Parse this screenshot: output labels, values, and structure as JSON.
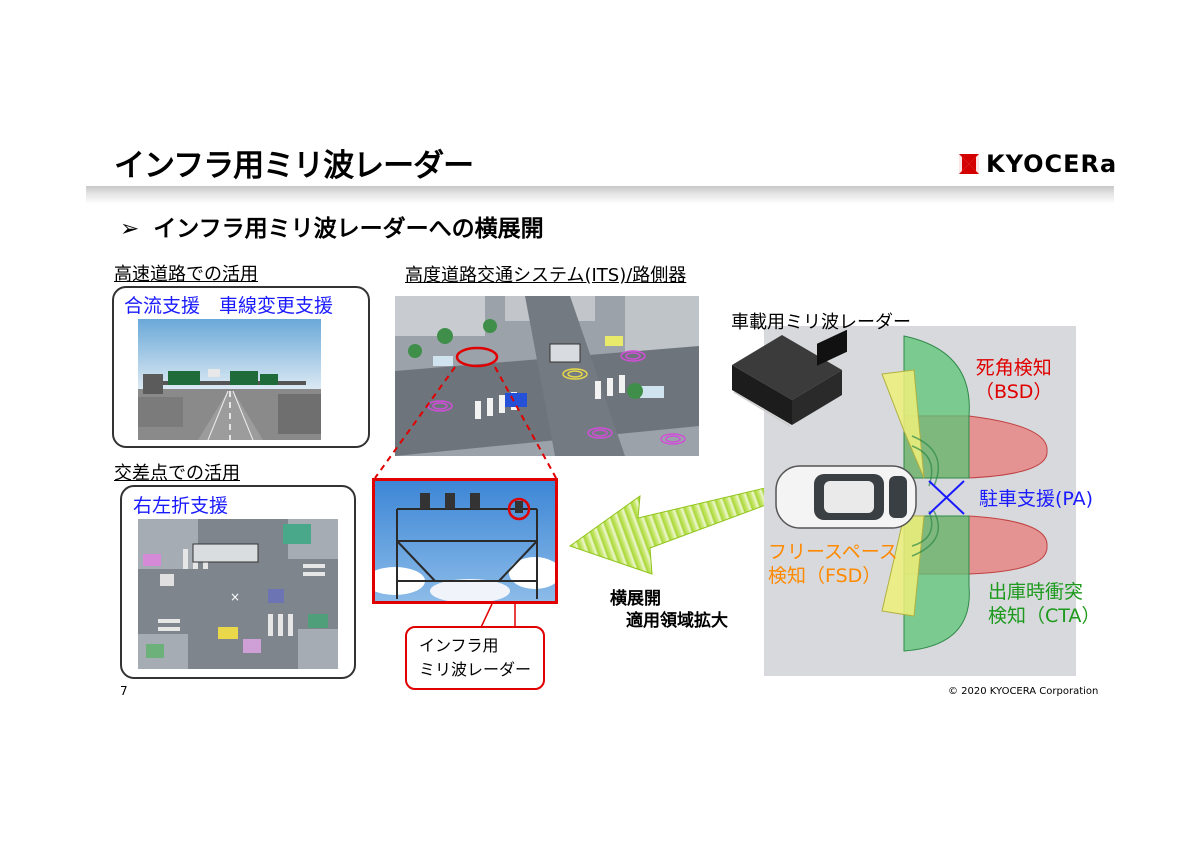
{
  "title": "インフラ用ミリ波レーダー",
  "logo": {
    "text": "KYOCERa",
    "color": "#d40000"
  },
  "bullet": {
    "mark": "➢",
    "text": "インフラ用ミリ波レーダーへの横展開"
  },
  "highway": {
    "label": "高速道路での活用",
    "caption": "合流支援　車線変更支援"
  },
  "intersection": {
    "label": "交差点での活用",
    "caption": "右左折支援"
  },
  "its": {
    "label": "高度道路交通システム(ITS)/路側器"
  },
  "infra_callout": {
    "line1": "インフラ用",
    "line2": "ミリ波レーダー"
  },
  "arrow_text": {
    "line1": "横展開",
    "line2": "適用領域拡大"
  },
  "vehicle": {
    "label": "車載用ミリ波レーダー",
    "bsd": {
      "line1": "死角検知",
      "line2": "（BSD）"
    },
    "pa": "駐車支援(PA)",
    "fsd": {
      "line1": "フリースペース",
      "line2": "検知（FSD）"
    },
    "cta": {
      "line1": "出庫時衝突",
      "line2": "検知（CTA）"
    }
  },
  "footer": {
    "page": "7",
    "copyright": "© 2020 KYOCERA Corporation"
  },
  "colors": {
    "red": "#e00000",
    "blue": "#1a1aff",
    "green": "#1d9a1d",
    "orange": "#ff8a00"
  }
}
